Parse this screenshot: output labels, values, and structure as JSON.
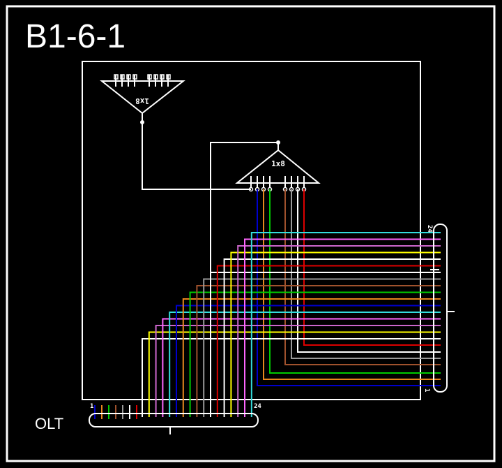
{
  "title": "B1-6-1",
  "olt_label": "OLT",
  "top_splitter_label": "1x8",
  "main_splitter_label": "1x8",
  "olt_port_first": "1",
  "olt_port_last": "24",
  "right_port_first": "1",
  "right_port_last": "24",
  "fiber_colors": {
    "blue": "#0000cc",
    "orange": "#e8871e",
    "green": "#00cc00",
    "brown": "#a0522d",
    "gray": "#999999",
    "white": "#ffffff",
    "red": "#dd0000",
    "yellow": "#ffff00",
    "violet": "#cc66cc",
    "pink": "#ff66ff",
    "cyan": "#33dddd"
  }
}
